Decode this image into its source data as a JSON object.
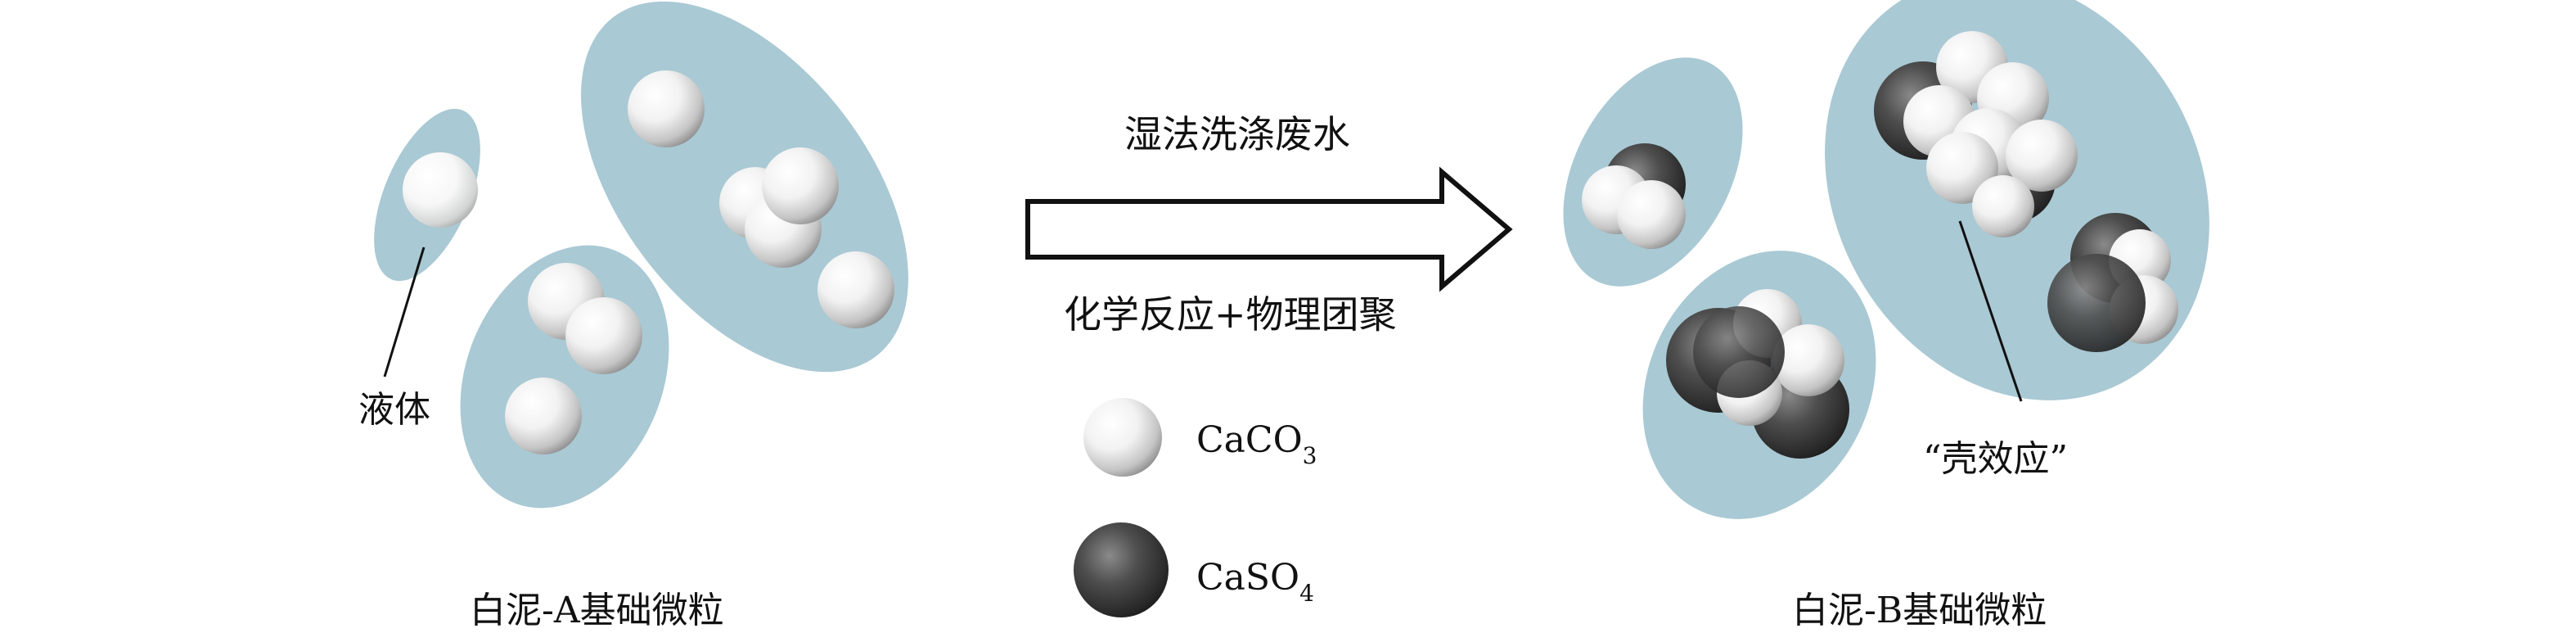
{
  "labels": {
    "liquid": "液体",
    "left_caption": "白泥-A基础微粒",
    "right_caption": "白泥-B基础微粒",
    "shell_effect": "“壳效应”",
    "process_top": "湿法洗涤废水",
    "process_bottom": "化学反应+物理团聚"
  },
  "legend": [
    {
      "formula": "CaCO",
      "subscript": "3",
      "kind": "white"
    },
    {
      "formula": "CaSO",
      "subscript": "4",
      "kind": "dark"
    }
  ],
  "colors": {
    "droplet": "#a9c9d4",
    "white_sphere": "#f3f3f3",
    "dark_sphere": "#3c3c3c",
    "text": "#111111"
  }
}
